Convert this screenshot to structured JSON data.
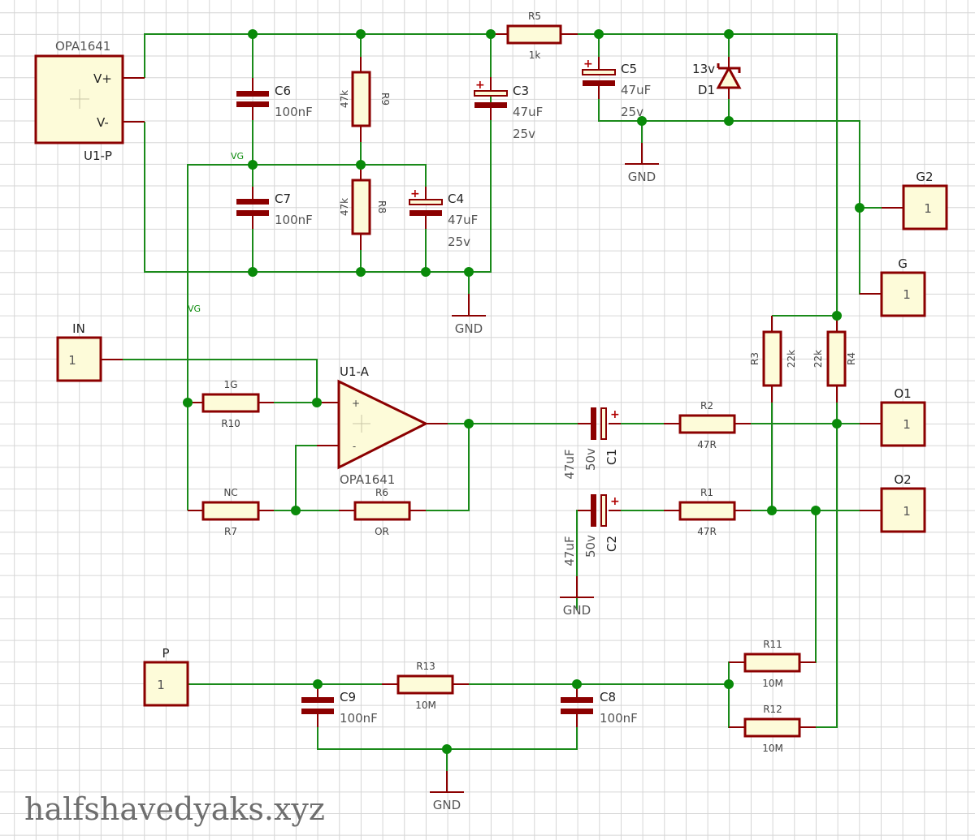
{
  "watermark": "halfshavedyaks.xyz",
  "components": {
    "U1P": {
      "ref": "U1-P",
      "value": "OPA1641",
      "pin_vp": "V+",
      "pin_vm": "V-"
    },
    "U1A": {
      "ref": "U1-A",
      "value": "OPA1641",
      "pin_plus": "+",
      "pin_minus": "-"
    },
    "C6": {
      "ref": "C6",
      "value": "100nF"
    },
    "C7": {
      "ref": "C7",
      "value": "100nF"
    },
    "C3": {
      "ref": "C3",
      "value": "47uF",
      "voltage": "25v"
    },
    "C4": {
      "ref": "C4",
      "value": "47uF",
      "voltage": "25v"
    },
    "C5": {
      "ref": "C5",
      "value": "47uF",
      "voltage": "25v"
    },
    "C1": {
      "ref": "C1",
      "value": "47uF",
      "voltage": "50v"
    },
    "C2": {
      "ref": "C2",
      "value": "47uF",
      "voltage": "50v"
    },
    "C8": {
      "ref": "C8",
      "value": "100nF"
    },
    "C9": {
      "ref": "C9",
      "value": "100nF"
    },
    "R1": {
      "ref": "R1",
      "value": "47R"
    },
    "R2": {
      "ref": "R2",
      "value": "47R"
    },
    "R3": {
      "ref": "R3",
      "value": "22k"
    },
    "R4": {
      "ref": "R4",
      "value": "22k"
    },
    "R5": {
      "ref": "R5",
      "value": "1k"
    },
    "R6": {
      "ref": "R6",
      "value": "OR"
    },
    "R7": {
      "ref": "R7",
      "value": "NC"
    },
    "R8": {
      "ref": "R8",
      "value": "47k"
    },
    "R9": {
      "ref": "R9",
      "value": "47k"
    },
    "R10": {
      "ref": "R10",
      "value": "1G"
    },
    "R11": {
      "ref": "R11",
      "value": "10M"
    },
    "R12": {
      "ref": "R12",
      "value": "10M"
    },
    "R13": {
      "ref": "R13",
      "value": "10M"
    },
    "D1": {
      "ref": "D1",
      "value": "13v"
    }
  },
  "connectors": {
    "IN": {
      "ref": "IN",
      "pin": "1"
    },
    "P": {
      "ref": "P",
      "pin": "1"
    },
    "G": {
      "ref": "G",
      "pin": "1"
    },
    "G2": {
      "ref": "G2",
      "pin": "1"
    },
    "O1": {
      "ref": "O1",
      "pin": "1"
    },
    "O2": {
      "ref": "O2",
      "pin": "1"
    }
  },
  "nets": {
    "gnd": "GND",
    "vg": "VG"
  }
}
